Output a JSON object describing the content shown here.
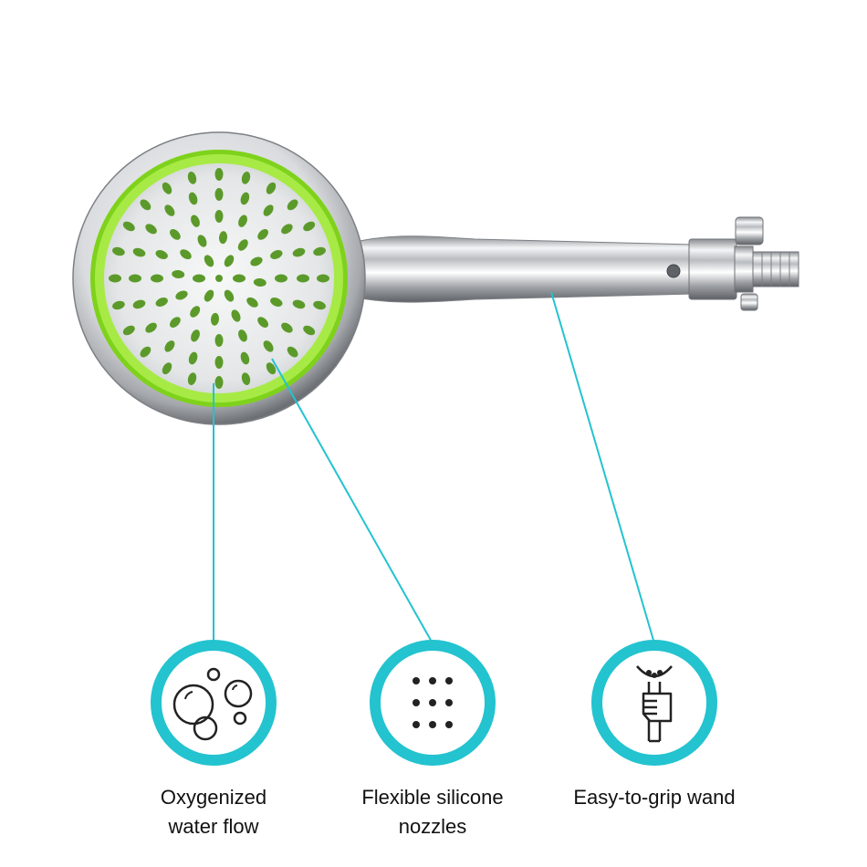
{
  "product": {
    "name_icon": "handheld-shower-head",
    "accent_color": "#23c3cf",
    "ring_color": "#8fe01c"
  },
  "features": [
    {
      "icon": "bubbles-icon",
      "lines": [
        "Oxygenized",
        "water flow"
      ]
    },
    {
      "icon": "nozzle-grid-icon",
      "lines": [
        "Flexible silicone",
        "nozzles"
      ]
    },
    {
      "icon": "hand-grip-icon",
      "lines": [
        "Easy-to-grip wand"
      ]
    }
  ]
}
